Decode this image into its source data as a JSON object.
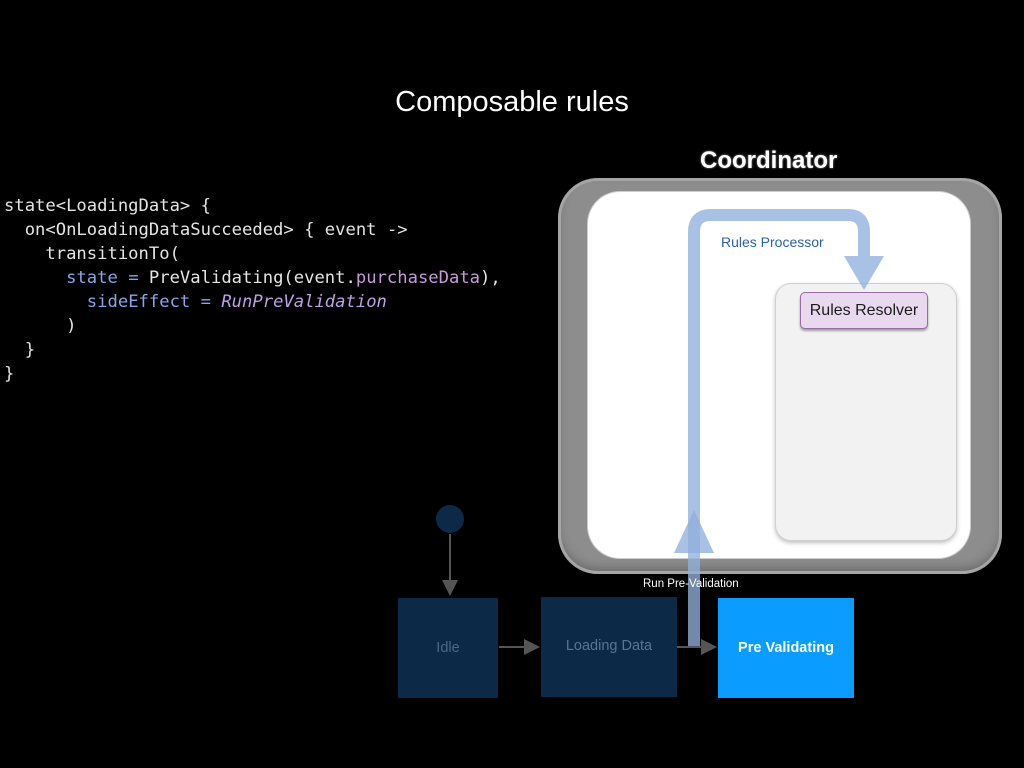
{
  "title": "Composable rules",
  "code_lines": [
    {
      "segments": [
        {
          "t": "state<LoadingData> {",
          "c": ""
        }
      ]
    },
    {
      "segments": [
        {
          "t": "  on<OnLoadingDataSucceeded> { event ->",
          "c": ""
        }
      ]
    },
    {
      "segments": [
        {
          "t": "    transitionTo(",
          "c": ""
        }
      ]
    },
    {
      "segments": [
        {
          "t": "      ",
          "c": ""
        },
        {
          "t": "state",
          "c": "kw"
        },
        {
          "t": " = ",
          "c": "kw"
        },
        {
          "t": "PreValidating(event.",
          "c": ""
        },
        {
          "t": "purchaseData",
          "c": "prop"
        },
        {
          "t": "),",
          "c": ""
        }
      ]
    },
    {
      "segments": [
        {
          "t": "        ",
          "c": ""
        },
        {
          "t": "sideEffect",
          "c": "kw"
        },
        {
          "t": " = ",
          "c": "kw"
        },
        {
          "t": "RunPreValidation",
          "c": "it"
        }
      ]
    },
    {
      "segments": [
        {
          "t": "      )",
          "c": ""
        }
      ]
    },
    {
      "segments": [
        {
          "t": "  }",
          "c": ""
        }
      ]
    },
    {
      "segments": [
        {
          "t": "}",
          "c": ""
        }
      ]
    }
  ],
  "coordinator": {
    "label": "Coordinator",
    "rules_processor_label": "Rules Processor",
    "rules_resolver_label": "Rules Resolver"
  },
  "states": {
    "idle": "Idle",
    "loading_data": "Loading Data",
    "pre_validating": "Pre Validating"
  },
  "transition_label": "Run Pre-Validation",
  "colors": {
    "background": "#000000",
    "active_state": "#0a9dff",
    "inactive_state": "#0c2a48",
    "flow_arrow": "#8fb0dd",
    "resolver_fill": "#e9d9ee",
    "resolver_border": "#9a6aa6"
  }
}
